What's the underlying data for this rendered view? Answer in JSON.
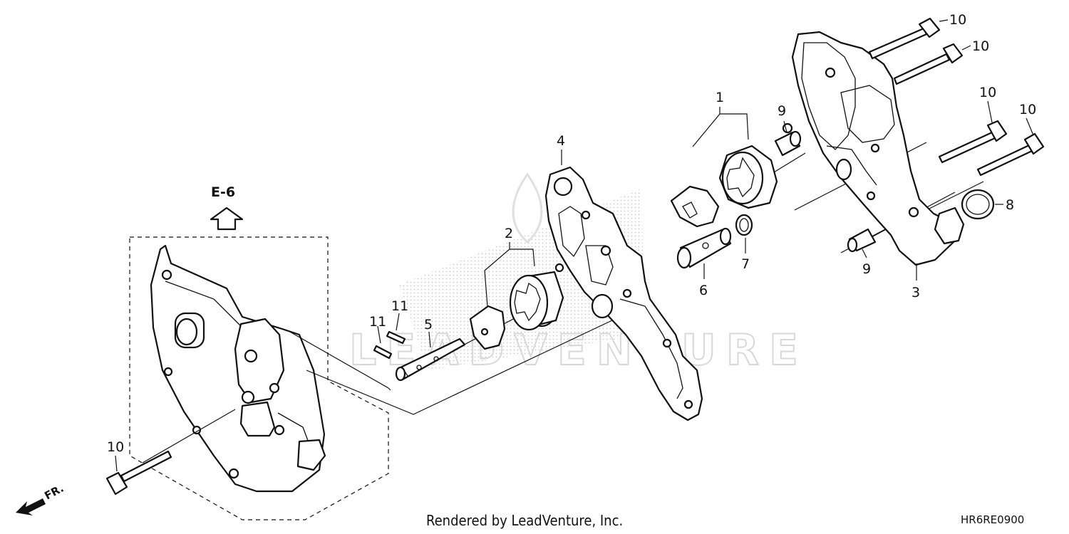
{
  "reference": {
    "label": "E-6"
  },
  "direction": {
    "label": "FR."
  },
  "callouts": [
    {
      "id": "c1",
      "label": "1"
    },
    {
      "id": "c2",
      "label": "2"
    },
    {
      "id": "c3",
      "label": "3"
    },
    {
      "id": "c4",
      "label": "4"
    },
    {
      "id": "c5",
      "label": "5"
    },
    {
      "id": "c6",
      "label": "6"
    },
    {
      "id": "c7",
      "label": "7"
    },
    {
      "id": "c8",
      "label": "8"
    },
    {
      "id": "c9a",
      "label": "9"
    },
    {
      "id": "c9b",
      "label": "9"
    },
    {
      "id": "c10a",
      "label": "10"
    },
    {
      "id": "c10b",
      "label": "10"
    },
    {
      "id": "c10c",
      "label": "10"
    },
    {
      "id": "c10d",
      "label": "10"
    },
    {
      "id": "c10e",
      "label": "10"
    },
    {
      "id": "c11a",
      "label": "11"
    },
    {
      "id": "c11b",
      "label": "11"
    }
  ],
  "footer": {
    "credit": "Rendered by LeadVenture, Inc.",
    "diagram_code": "HR6RE0900"
  },
  "watermark": {
    "text": "LEADVENTURE"
  }
}
